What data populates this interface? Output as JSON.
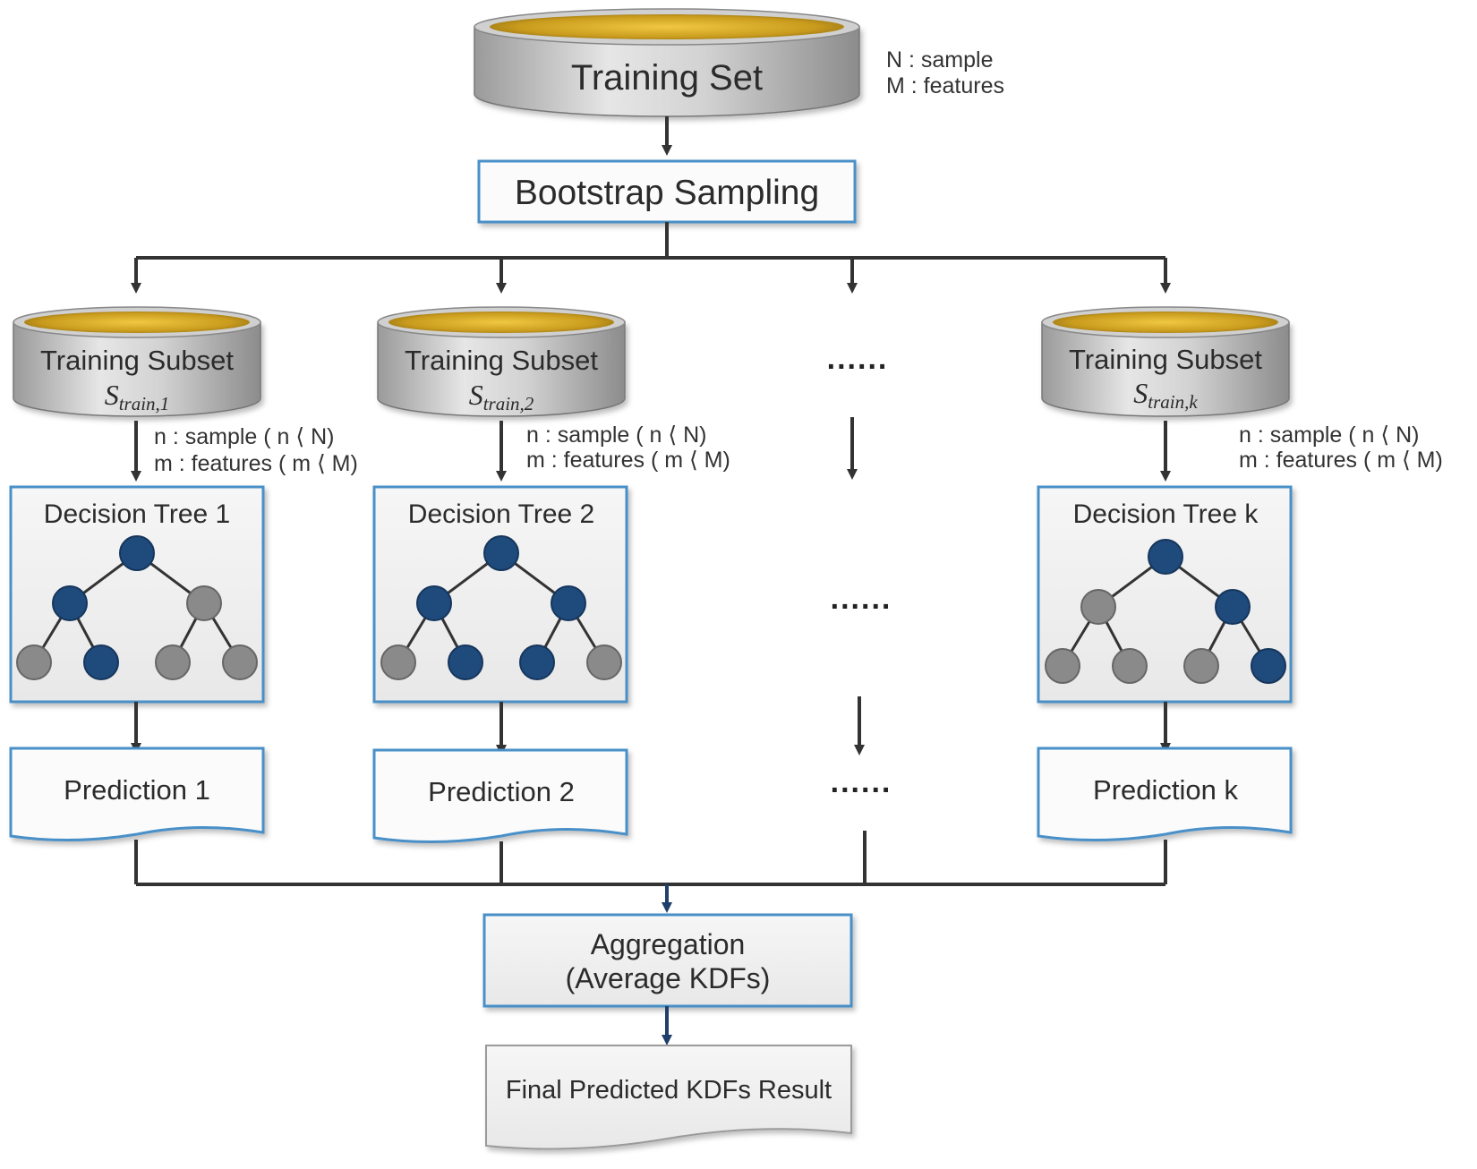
{
  "training_set": {
    "label": "Training Set",
    "note_line1": "N : sample",
    "note_line2": "M : features"
  },
  "bootstrap": {
    "label": "Bootstrap Sampling"
  },
  "columns": [
    {
      "subset_label": "Training Subset",
      "subset_symbol": "S",
      "subset_sub": "train,1",
      "note_line1": "n : sample ( n ⟨ N)",
      "note_line2": "m : features ( m ⟨ M)",
      "tree_label": "Decision Tree 1",
      "tree_nodes": [
        "dark",
        "dark",
        "gray",
        "gray",
        "dark",
        "gray",
        "gray"
      ],
      "prediction_label": "Prediction 1"
    },
    {
      "subset_label": "Training Subset",
      "subset_symbol": "S",
      "subset_sub": "train,2",
      "note_line1": "n : sample ( n ⟨ N)",
      "note_line2": "m : features ( m ⟨ M)",
      "tree_label": "Decision Tree 2",
      "tree_nodes": [
        "dark",
        "dark",
        "dark",
        "gray",
        "dark",
        "dark",
        "gray"
      ],
      "prediction_label": "Prediction 2"
    },
    {
      "subset_label": "Training Subset",
      "subset_symbol": "S",
      "subset_sub": "train,k",
      "note_line1": "n : sample ( n ⟨ N)",
      "note_line2": "m : features ( m ⟨ M)",
      "tree_label": "Decision Tree k",
      "tree_nodes": [
        "dark",
        "gray",
        "dark",
        "gray",
        "gray",
        "gray",
        "dark"
      ],
      "prediction_label": "Prediction k"
    }
  ],
  "ellipsis": {
    "subset": "......",
    "tree": "......",
    "prediction": "......"
  },
  "aggregation": {
    "line1": "Aggregation",
    "line2": "(Average KDFs)"
  },
  "final": {
    "label": "Final Predicted KDFs Result"
  },
  "colors": {
    "node_dark": "#1f4a7c",
    "node_gray": "#8a8a8a",
    "box_border": "#4a90c8",
    "cylinder_top": "#d4a82a",
    "arrow": "#333333",
    "arrow_blue": "#1f3f6a"
  }
}
